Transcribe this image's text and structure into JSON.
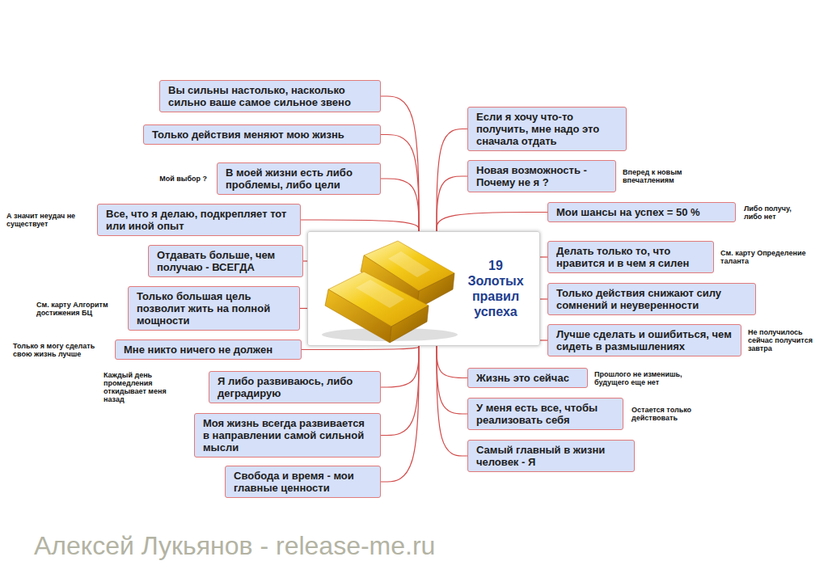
{
  "diagram": {
    "nodes": [
      {
        "text": [
          "19 Золотых правил успеха"
        ]
      },
      {
        "text": [
          "Вы сильны настолько, насколько сильно ваше самое сильное звено"
        ]
      },
      {
        "text": [
          "Только действия меняют мою жизнь"
        ]
      },
      {
        "text": [
          "В моей жизни есть либо проблемы, либо цели"
        ]
      },
      {
        "text": [
          "Все, что я делаю, подкрепляет тот или иной опыт"
        ]
      },
      {
        "text": [
          "Отдавать больше, чем получаю - ВСЕГДА"
        ]
      },
      {
        "text": [
          "Только большая цель позволит жить на полной мощности"
        ]
      },
      {
        "text": [
          "Мне никто ничего не должен"
        ]
      },
      {
        "text": [
          "Я либо развиваюсь, либо деградирую"
        ]
      },
      {
        "text": [
          "Моя жизнь всегда развивается в направлении самой сильной мысли"
        ]
      },
      {
        "text": [
          "Свобода и время - мои главные ценности"
        ]
      },
      {
        "text": [
          "Если я хочу что-то получить, мне надо это сначала отдать"
        ]
      },
      {
        "text": [
          "Новая возможность - Почему не я ?"
        ]
      },
      {
        "text": [
          "Мои шансы на успех = 50 %"
        ]
      },
      {
        "text": [
          "Делать только то, что нравится и в чем я силен"
        ]
      },
      {
        "text": [
          "Только действия снижают силу сомнений и неуверенности"
        ]
      },
      {
        "text": [
          "Лучше сделать и ошибиться, чем сидеть в размышлениях"
        ]
      },
      {
        "text": [
          "Жизнь это сейчас"
        ]
      },
      {
        "text": [
          "У меня есть все, чтобы реализовать себя"
        ]
      },
      {
        "text": [
          "Самый главный в жизни человек - Я"
        ]
      }
    ],
    "edges": [
      {
        "from": 0,
        "to": 1,
        "arrow": "none"
      },
      {
        "from": 0,
        "to": 2,
        "arrow": "none"
      },
      {
        "from": 0,
        "to": 3,
        "arrow": "none"
      },
      {
        "from": 0,
        "to": 4,
        "arrow": "none"
      },
      {
        "from": 0,
        "to": 5,
        "arrow": "none"
      },
      {
        "from": 0,
        "to": 6,
        "arrow": "none"
      },
      {
        "from": 0,
        "to": 7,
        "arrow": "none"
      },
      {
        "from": 0,
        "to": 8,
        "arrow": "none"
      },
      {
        "from": 0,
        "to": 9,
        "arrow": "none"
      },
      {
        "from": 0,
        "to": 10,
        "arrow": "none"
      },
      {
        "from": 0,
        "to": 11,
        "arrow": "none"
      },
      {
        "from": 0,
        "to": 12,
        "arrow": "none"
      },
      {
        "from": 0,
        "to": 13,
        "arrow": "none"
      },
      {
        "from": 0,
        "to": 14,
        "arrow": "none"
      },
      {
        "from": 0,
        "to": 15,
        "arrow": "none"
      },
      {
        "from": 0,
        "to": 16,
        "arrow": "none"
      },
      {
        "from": 0,
        "to": 17,
        "arrow": "none"
      },
      {
        "from": 0,
        "to": 18,
        "arrow": "none"
      },
      {
        "from": 0,
        "to": 19,
        "arrow": "none"
      }
    ],
    "labels": [
      "Мой выбор ?",
      "А значит неудач не существует",
      "См. карту Алгоритм достижения БЦ",
      "Только я могу сделать свою жизнь лучше",
      "Каждый день промедления откидывает меня назад",
      "Вперед к новым впечатлениям",
      "Либо получу, либо нет",
      "См. карту Определение таланта",
      "Не получилось сейчас получится завтра",
      "Прошлого не изменишь, будущего еще нет",
      "Остается только действовать",
      "Алексей Лукьянов - release-me.ru"
    ]
  }
}
